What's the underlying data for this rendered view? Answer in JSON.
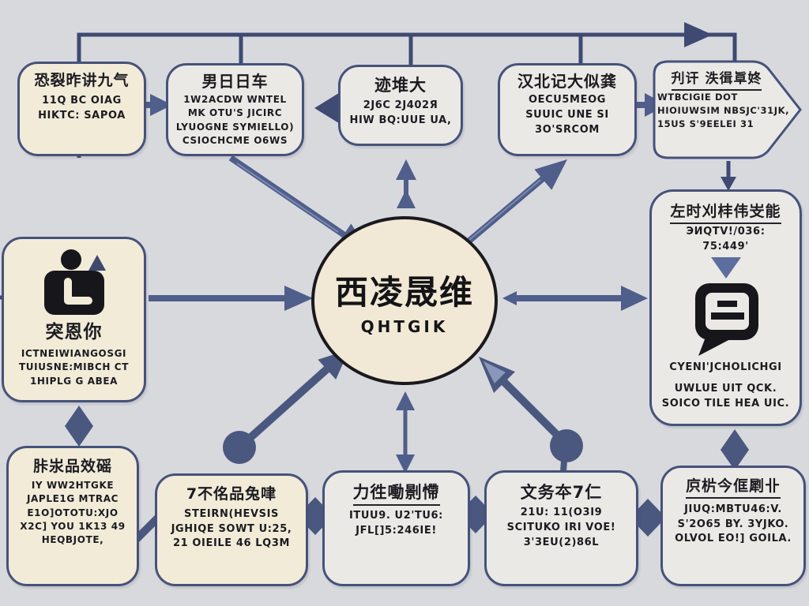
{
  "palette": {
    "background": "#d8d9dd",
    "box_cream": "#f2ebd8",
    "box_gray": "#eae9e5",
    "box_border": "#46527a",
    "arrow_blue": "#4f5e8a",
    "line_dark_blue": "#3e4a72",
    "arrow_highlight": "#8e9cc2",
    "text": "#1b1b20",
    "icon_black": "#17171b",
    "circle_fill": "#f1e9d5"
  },
  "center": {
    "title": "西凌晟维",
    "subtitle": "QHTGIK"
  },
  "top_row": [
    {
      "title": "恐裂昨讲九气",
      "lines": [
        "11Q BC OIAG",
        "HIKTC: SAPOA"
      ]
    },
    {
      "title": "男日日车",
      "lines": [
        "1W2ACDW WNTEL",
        "MK OTU'S JICIRC",
        "LYUOGNE SYMIELLO)",
        "CSIOCHCME O6WS"
      ]
    },
    {
      "title": "迹堆大",
      "lines": [
        "2J6C 2J402Я",
        "HIW BQ:UUE UA,"
      ]
    },
    {
      "title": "汉北记大似龚",
      "lines": [
        "OECU5MEOG",
        "SUUIC UNE SI",
        "3O'SRCOM"
      ]
    },
    {
      "title": "刋讦 泆㣬㔬㚵",
      "lines": [
        "WTBCIGIE DOT",
        "HIOIUWSIM NBSJC'31JK,",
        "15US S'9EELEI 31"
      ]
    }
  ],
  "left_node": {
    "icon": "clock-person-icon",
    "title": "突恩你",
    "lines": [
      "ICTNEIWIANGOSGI",
      "TUIUSNE:MIBCH CT",
      "1HIPLG G ABEA"
    ]
  },
  "right_node": {
    "title": "左时刈㭋伟㞵能",
    "sub_lines": [
      "ЭИQTV!/036:",
      "75:449'"
    ],
    "arrow_icon": "down-arrow-icon",
    "icon": "speech-bubble-icon",
    "icon_label": "CYENI'JCHOLICHGI",
    "lines": [
      "UWLUE UIT QCK.",
      "SOICO TILE HEA UIC."
    ]
  },
  "bottom_row": [
    {
      "title": "胩汖品效磘",
      "lines": [
        "IY WW2HTGKE",
        "JAPLE1G MTRAC",
        "E1O]OTOTU:XJO",
        "X2C] YOU 1K13 49",
        "HEQBJOTE,"
      ]
    },
    {
      "title": "7不佲品兔㖀",
      "lines": [
        "STEIRN(HEVSIS",
        "JGHIQE SOWT U:25,",
        "21 OIEILE 46 LQ3M"
      ]
    },
    {
      "title": "力徃㗢㔀㦅",
      "lines": [
        "ITUU9. U2'TU6:",
        "JFL[]5:246IE!"
      ]
    },
    {
      "title": "文务夲7仁",
      "lines": [
        "21U: 11(O3I9",
        "SCITUKO IRI VOE!",
        "3'3EU(2)86L"
      ]
    },
    {
      "title": "㡶㭊今㑌㓾卝",
      "lines": [
        "JIUQ:MBTU46:V.",
        "S'2O65 BY. 3YJKO.",
        "OLVOL EO!] GOILA."
      ]
    }
  ]
}
